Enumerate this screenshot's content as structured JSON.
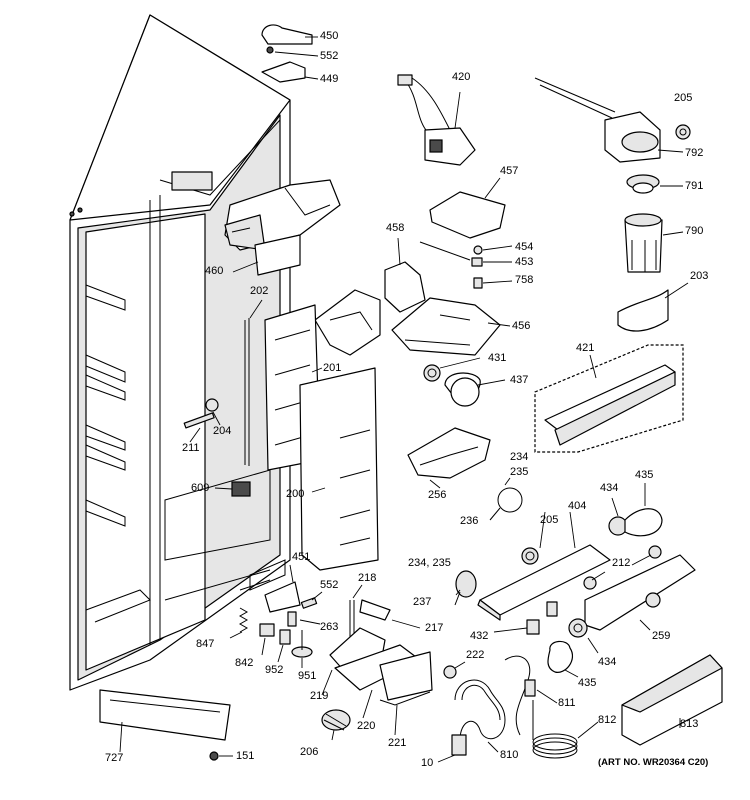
{
  "diagram": {
    "art_number": "(ART NO. WR20364 C20)",
    "labels": {
      "p450": "450",
      "p552a": "552",
      "p449": "449",
      "p420": "420",
      "p205a": "205",
      "p792": "792",
      "p791": "791",
      "p790": "790",
      "p203": "203",
      "p457": "457",
      "p458": "458",
      "p454": "454",
      "p453": "453",
      "p758": "758",
      "p456": "456",
      "p460": "460",
      "p202": "202",
      "p201": "201",
      "p431": "431",
      "p437": "437",
      "p421": "421",
      "p204": "204",
      "p211": "211",
      "p609": "609",
      "p200": "200",
      "p256": "256",
      "p234a": "234",
      "p235a": "235",
      "p236": "236",
      "p434a": "434",
      "p435a": "435",
      "p404": "404",
      "p205b": "205",
      "p212": "212",
      "p451": "451",
      "p234b": "234, 235",
      "p552b": "552",
      "p218": "218",
      "p237": "237",
      "p263": "263",
      "p217": "217",
      "p432": "432",
      "p259": "259",
      "p847": "847",
      "p842": "842",
      "p952": "952",
      "p951": "951",
      "p222": "222",
      "p434b": "434",
      "p219": "219",
      "p435b": "435",
      "p811": "811",
      "p727": "727",
      "p220": "220",
      "p221": "221",
      "p206": "206",
      "p812": "812",
      "p813": "813",
      "p151": "151",
      "p10": "10",
      "p810": "810"
    }
  }
}
